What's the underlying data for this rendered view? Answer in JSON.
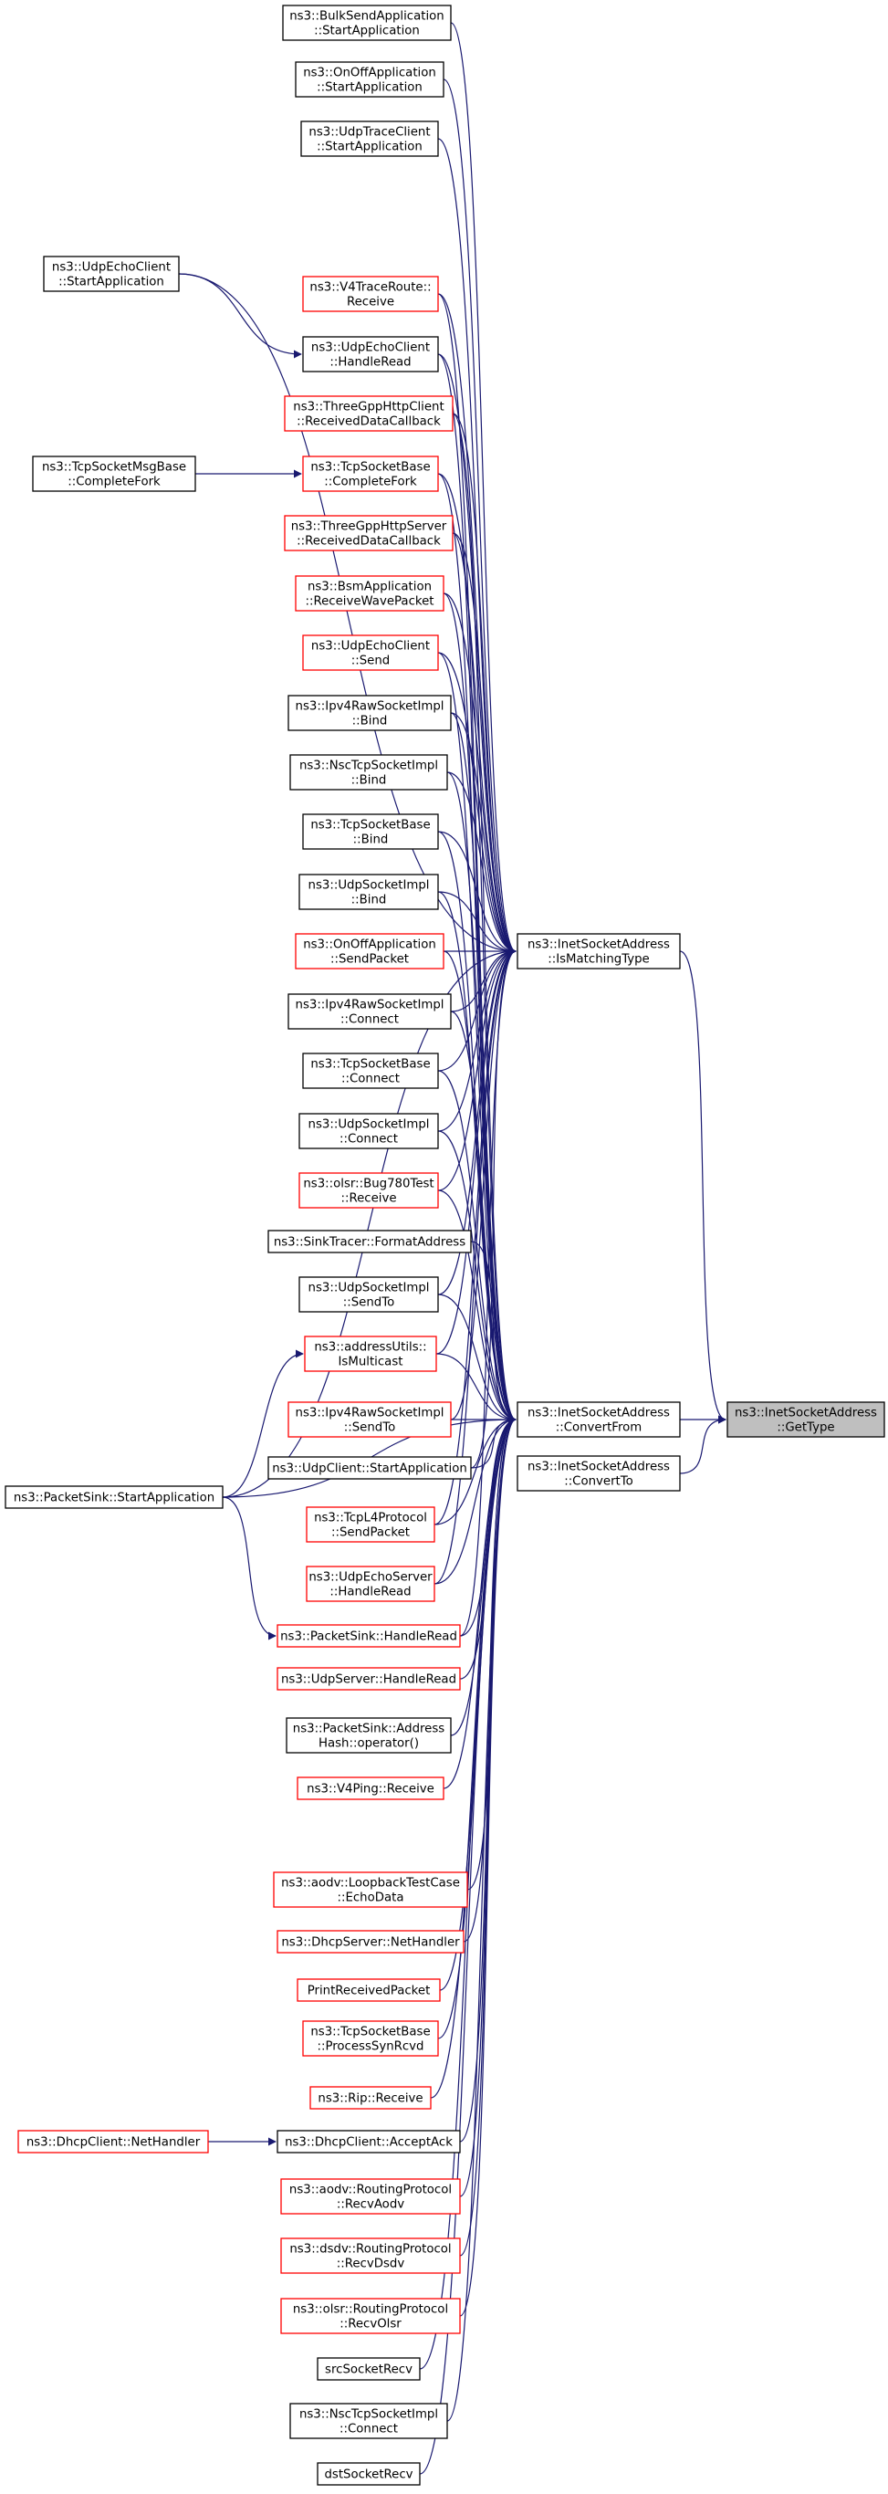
{
  "diagram": {
    "title": "",
    "nodes": [
      {
        "id": "n_gettype",
        "lines": [
          "ns3::InetSocketAddress",
          "::GetType"
        ],
        "style": "focus"
      },
      {
        "id": "n_ismatch",
        "lines": [
          "ns3::InetSocketAddress",
          "::IsMatchingType"
        ],
        "style": "black"
      },
      {
        "id": "n_convfrom",
        "lines": [
          "ns3::InetSocketAddress",
          "::ConvertFrom"
        ],
        "style": "black"
      },
      {
        "id": "n_convto",
        "lines": [
          "ns3::InetSocketAddress",
          "::ConvertTo"
        ],
        "style": "black"
      },
      {
        "id": "n_bulk",
        "lines": [
          "ns3::BulkSendApplication",
          "::StartApplication"
        ],
        "style": "black"
      },
      {
        "id": "n_onoff_start",
        "lines": [
          "ns3::OnOffApplication",
          "::StartApplication"
        ],
        "style": "black"
      },
      {
        "id": "n_udptrace",
        "lines": [
          "ns3::UdpTraceClient",
          "::StartApplication"
        ],
        "style": "black"
      },
      {
        "id": "n_v4trace",
        "lines": [
          "ns3::V4TraceRoute::",
          "Receive"
        ],
        "style": "red"
      },
      {
        "id": "n_echoclient_read",
        "lines": [
          "ns3::UdpEchoClient",
          "::HandleRead"
        ],
        "style": "black"
      },
      {
        "id": "n_3gpp_client",
        "lines": [
          "ns3::ThreeGppHttpClient",
          "::ReceivedDataCallback"
        ],
        "style": "red"
      },
      {
        "id": "n_tcpbase_fork",
        "lines": [
          "ns3::TcpSocketBase",
          "::CompleteFork"
        ],
        "style": "red"
      },
      {
        "id": "n_3gpp_server",
        "lines": [
          "ns3::ThreeGppHttpServer",
          "::ReceivedDataCallback"
        ],
        "style": "red"
      },
      {
        "id": "n_bsm",
        "lines": [
          "ns3::BsmApplication",
          "::ReceiveWavePacket"
        ],
        "style": "red"
      },
      {
        "id": "n_echoclient_send",
        "lines": [
          "ns3::UdpEchoClient",
          "::Send"
        ],
        "style": "red"
      },
      {
        "id": "n_ipv4raw_bind",
        "lines": [
          "ns3::Ipv4RawSocketImpl",
          "::Bind"
        ],
        "style": "black"
      },
      {
        "id": "n_nsc_bind",
        "lines": [
          "ns3::NscTcpSocketImpl",
          "::Bind"
        ],
        "style": "black"
      },
      {
        "id": "n_tcpbase_bind",
        "lines": [
          "ns3::TcpSocketBase",
          "::Bind"
        ],
        "style": "black"
      },
      {
        "id": "n_udpsock_bind",
        "lines": [
          "ns3::UdpSocketImpl",
          "::Bind"
        ],
        "style": "black"
      },
      {
        "id": "n_onoff_send",
        "lines": [
          "ns3::OnOffApplication",
          "::SendPacket"
        ],
        "style": "red"
      },
      {
        "id": "n_ipv4raw_conn",
        "lines": [
          "ns3::Ipv4RawSocketImpl",
          "::Connect"
        ],
        "style": "black"
      },
      {
        "id": "n_tcpbase_conn",
        "lines": [
          "ns3::TcpSocketBase",
          "::Connect"
        ],
        "style": "black"
      },
      {
        "id": "n_udpsock_conn",
        "lines": [
          "ns3::UdpSocketImpl",
          "::Connect"
        ],
        "style": "black"
      },
      {
        "id": "n_olsr_bug",
        "lines": [
          "ns3::olsr::Bug780Test",
          "::Receive"
        ],
        "style": "red"
      },
      {
        "id": "n_sinktracer",
        "lines": [
          "ns3::SinkTracer::FormatAddress"
        ],
        "style": "black"
      },
      {
        "id": "n_udpsock_sendto",
        "lines": [
          "ns3::UdpSocketImpl",
          "::SendTo"
        ],
        "style": "black"
      },
      {
        "id": "n_addrutils",
        "lines": [
          "ns3::addressUtils::",
          "IsMulticast"
        ],
        "style": "red"
      },
      {
        "id": "n_ipv4raw_sendto",
        "lines": [
          "ns3::Ipv4RawSocketImpl",
          "::SendTo"
        ],
        "style": "red"
      },
      {
        "id": "n_udpclient_start",
        "lines": [
          "ns3::UdpClient::StartApplication"
        ],
        "style": "black"
      },
      {
        "id": "n_tcpl4",
        "lines": [
          "ns3::TcpL4Protocol",
          "::SendPacket"
        ],
        "style": "red"
      },
      {
        "id": "n_echoserver_read",
        "lines": [
          "ns3::UdpEchoServer",
          "::HandleRead"
        ],
        "style": "red"
      },
      {
        "id": "n_sink_read",
        "lines": [
          "ns3::PacketSink::HandleRead"
        ],
        "style": "red"
      },
      {
        "id": "n_udpserver_read",
        "lines": [
          "ns3::UdpServer::HandleRead"
        ],
        "style": "red"
      },
      {
        "id": "n_sink_hash",
        "lines": [
          "ns3::PacketSink::Address",
          "Hash::operator()"
        ],
        "style": "black"
      },
      {
        "id": "n_v4ping",
        "lines": [
          "ns3::V4Ping::Receive"
        ],
        "style": "red"
      },
      {
        "id": "n_aodv_loop",
        "lines": [
          "ns3::aodv::LoopbackTestCase",
          "::EchoData"
        ],
        "style": "red"
      },
      {
        "id": "n_dhcpserver",
        "lines": [
          "ns3::DhcpServer::NetHandler"
        ],
        "style": "red"
      },
      {
        "id": "n_printrecv",
        "lines": [
          "PrintReceivedPacket"
        ],
        "style": "red"
      },
      {
        "id": "n_tcpbase_syn",
        "lines": [
          "ns3::TcpSocketBase",
          "::ProcessSynRcvd"
        ],
        "style": "red"
      },
      {
        "id": "n_rip",
        "lines": [
          "ns3::Rip::Receive"
        ],
        "style": "red"
      },
      {
        "id": "n_dhcpclient_ack",
        "lines": [
          "ns3::DhcpClient::AcceptAck"
        ],
        "style": "black"
      },
      {
        "id": "n_aodv_recv",
        "lines": [
          "ns3::aodv::RoutingProtocol",
          "::RecvAodv"
        ],
        "style": "red"
      },
      {
        "id": "n_dsdv_recv",
        "lines": [
          "ns3::dsdv::RoutingProtocol",
          "::RecvDsdv"
        ],
        "style": "red"
      },
      {
        "id": "n_olsr_recv",
        "lines": [
          "ns3::olsr::RoutingProtocol",
          "::RecvOlsr"
        ],
        "style": "red"
      },
      {
        "id": "n_srcsock",
        "lines": [
          "srcSocketRecv"
        ],
        "style": "black"
      },
      {
        "id": "n_nsc_conn",
        "lines": [
          "ns3::NscTcpSocketImpl",
          "::Connect"
        ],
        "style": "black"
      },
      {
        "id": "n_dstsock",
        "lines": [
          "dstSocketRecv"
        ],
        "style": "black"
      },
      {
        "id": "n_echoclient_start",
        "lines": [
          "ns3::UdpEchoClient",
          "::StartApplication"
        ],
        "style": "black"
      },
      {
        "id": "n_msgbase_fork",
        "lines": [
          "ns3::TcpSocketMsgBase",
          "::CompleteFork"
        ],
        "style": "black"
      },
      {
        "id": "n_sink_start",
        "lines": [
          "ns3::PacketSink::StartApplication"
        ],
        "style": "black"
      },
      {
        "id": "n_dhcpclient_net",
        "lines": [
          "ns3::DhcpClient::NetHandler"
        ],
        "style": "red"
      }
    ],
    "edges": [
      [
        "n_ismatch",
        "n_gettype"
      ],
      [
        "n_convfrom",
        "n_gettype"
      ],
      [
        "n_convto",
        "n_gettype"
      ],
      [
        "n_bulk",
        "n_ismatch"
      ],
      [
        "n_onoff_start",
        "n_ismatch"
      ],
      [
        "n_udptrace",
        "n_ismatch"
      ],
      [
        "n_v4trace",
        "n_ismatch"
      ],
      [
        "n_echoclient_read",
        "n_ismatch"
      ],
      [
        "n_3gpp_client",
        "n_ismatch"
      ],
      [
        "n_tcpbase_fork",
        "n_ismatch"
      ],
      [
        "n_3gpp_server",
        "n_ismatch"
      ],
      [
        "n_bsm",
        "n_ismatch"
      ],
      [
        "n_echoclient_send",
        "n_ismatch"
      ],
      [
        "n_ipv4raw_bind",
        "n_ismatch"
      ],
      [
        "n_nsc_bind",
        "n_ismatch"
      ],
      [
        "n_tcpbase_bind",
        "n_ismatch"
      ],
      [
        "n_udpsock_bind",
        "n_ismatch"
      ],
      [
        "n_onoff_send",
        "n_ismatch"
      ],
      [
        "n_ipv4raw_conn",
        "n_ismatch"
      ],
      [
        "n_tcpbase_conn",
        "n_ismatch"
      ],
      [
        "n_udpsock_conn",
        "n_ismatch"
      ],
      [
        "n_olsr_bug",
        "n_ismatch"
      ],
      [
        "n_udpsock_sendto",
        "n_ismatch"
      ],
      [
        "n_addrutils",
        "n_ismatch"
      ],
      [
        "n_ipv4raw_sendto",
        "n_ismatch"
      ],
      [
        "n_udpclient_start",
        "n_ismatch"
      ],
      [
        "n_tcpl4",
        "n_ismatch"
      ],
      [
        "n_echoserver_read",
        "n_ismatch"
      ],
      [
        "n_sink_read",
        "n_ismatch"
      ],
      [
        "n_echoclient_start",
        "n_ismatch"
      ],
      [
        "n_sink_start",
        "n_ismatch"
      ],
      [
        "n_v4trace",
        "n_convfrom"
      ],
      [
        "n_echoclient_read",
        "n_convfrom"
      ],
      [
        "n_3gpp_client",
        "n_convfrom"
      ],
      [
        "n_tcpbase_fork",
        "n_convfrom"
      ],
      [
        "n_3gpp_server",
        "n_convfrom"
      ],
      [
        "n_bsm",
        "n_convfrom"
      ],
      [
        "n_echoclient_send",
        "n_convfrom"
      ],
      [
        "n_ipv4raw_bind",
        "n_convfrom"
      ],
      [
        "n_nsc_bind",
        "n_convfrom"
      ],
      [
        "n_tcpbase_bind",
        "n_convfrom"
      ],
      [
        "n_udpsock_bind",
        "n_convfrom"
      ],
      [
        "n_onoff_send",
        "n_convfrom"
      ],
      [
        "n_ipv4raw_conn",
        "n_convfrom"
      ],
      [
        "n_tcpbase_conn",
        "n_convfrom"
      ],
      [
        "n_udpsock_conn",
        "n_convfrom"
      ],
      [
        "n_olsr_bug",
        "n_convfrom"
      ],
      [
        "n_sinktracer",
        "n_convfrom"
      ],
      [
        "n_udpsock_sendto",
        "n_convfrom"
      ],
      [
        "n_addrutils",
        "n_convfrom"
      ],
      [
        "n_ipv4raw_sendto",
        "n_convfrom"
      ],
      [
        "n_udpclient_start",
        "n_convfrom"
      ],
      [
        "n_tcpl4",
        "n_convfrom"
      ],
      [
        "n_echoserver_read",
        "n_convfrom"
      ],
      [
        "n_sink_read",
        "n_convfrom"
      ],
      [
        "n_udpserver_read",
        "n_convfrom"
      ],
      [
        "n_sink_hash",
        "n_convfrom"
      ],
      [
        "n_v4ping",
        "n_convfrom"
      ],
      [
        "n_aodv_loop",
        "n_convfrom"
      ],
      [
        "n_dhcpserver",
        "n_convfrom"
      ],
      [
        "n_printrecv",
        "n_convfrom"
      ],
      [
        "n_tcpbase_syn",
        "n_convfrom"
      ],
      [
        "n_rip",
        "n_convfrom"
      ],
      [
        "n_dhcpclient_ack",
        "n_convfrom"
      ],
      [
        "n_aodv_recv",
        "n_convfrom"
      ],
      [
        "n_dsdv_recv",
        "n_convfrom"
      ],
      [
        "n_olsr_recv",
        "n_convfrom"
      ],
      [
        "n_srcsock",
        "n_convfrom"
      ],
      [
        "n_nsc_conn",
        "n_convfrom"
      ],
      [
        "n_dstsock",
        "n_convfrom"
      ],
      [
        "n_sink_start",
        "n_convfrom"
      ],
      [
        "n_echoclient_start",
        "n_echoclient_read"
      ],
      [
        "n_msgbase_fork",
        "n_tcpbase_fork"
      ],
      [
        "n_sink_start",
        "n_addrutils"
      ],
      [
        "n_sink_start",
        "n_sink_read"
      ],
      [
        "n_dhcpclient_net",
        "n_dhcpclient_ack"
      ]
    ]
  }
}
